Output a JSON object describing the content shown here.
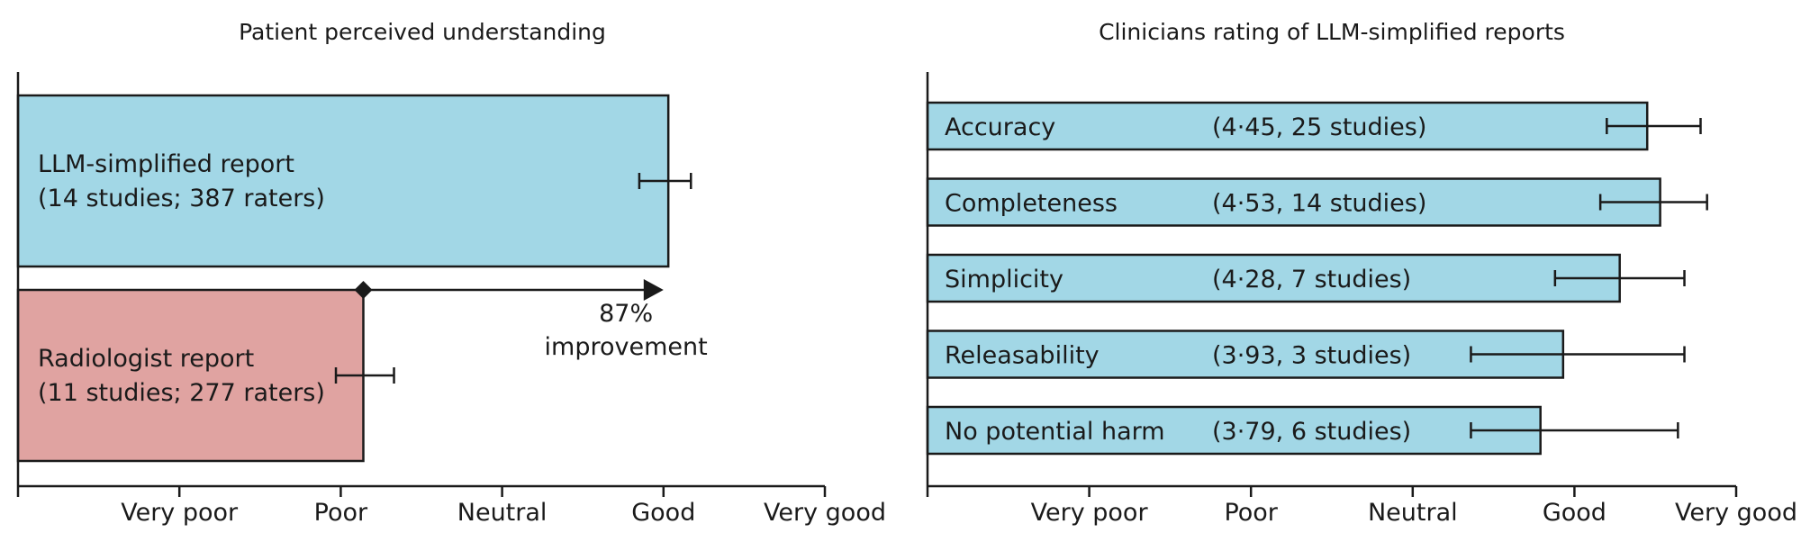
{
  "colors": {
    "blue_fill": "#a2d7e6",
    "red_fill": "#e0a3a1",
    "stroke": "#1a1a1a"
  },
  "chart_data": [
    {
      "type": "bar",
      "orientation": "horizontal",
      "title": "Patient perceived understanding",
      "xticks": [
        "Very poor",
        "Poor",
        "Neutral",
        "Good",
        "Very good"
      ],
      "xlim": [
        0,
        5
      ],
      "grid": false,
      "bars": [
        {
          "label": "LLM-simplified report",
          "detail": "(14 studies; 387 raters)",
          "value": 4.03,
          "ci": [
            3.85,
            4.17
          ],
          "color": "blue_fill"
        },
        {
          "label": "Radiologist report",
          "detail": "(11 studies; 277 raters)",
          "value": 2.14,
          "ci": [
            1.97,
            2.33
          ],
          "color": "red_fill"
        }
      ],
      "annotation": {
        "line1": "87%",
        "line2": "improvement",
        "from_value": 2.14,
        "to_value": 4.0
      }
    },
    {
      "type": "bar",
      "orientation": "horizontal",
      "title": "Clinicians rating of LLM-simplified reports",
      "xticks": [
        "Very poor",
        "Poor",
        "Neutral",
        "Good",
        "Very good"
      ],
      "xlim": [
        0,
        5
      ],
      "grid": false,
      "bars": [
        {
          "label": "Accuracy",
          "detail": "(4·45, 25 studies)",
          "value": 4.45,
          "ci": [
            4.2,
            4.78
          ],
          "color": "blue_fill"
        },
        {
          "label": "Completeness",
          "detail": "(4·53, 14 studies)",
          "value": 4.53,
          "ci": [
            4.16,
            4.82
          ],
          "color": "blue_fill"
        },
        {
          "label": "Simplicity",
          "detail": "(4·28, 7 studies)",
          "value": 4.28,
          "ci": [
            3.88,
            4.68
          ],
          "color": "blue_fill"
        },
        {
          "label": "Releasability",
          "detail": "(3·93, 3 studies)",
          "value": 3.93,
          "ci": [
            3.36,
            4.68
          ],
          "color": "blue_fill"
        },
        {
          "label": "No potential harm",
          "detail": "(3·79, 6 studies)",
          "value": 3.79,
          "ci": [
            3.36,
            4.64
          ],
          "color": "blue_fill"
        }
      ]
    }
  ]
}
